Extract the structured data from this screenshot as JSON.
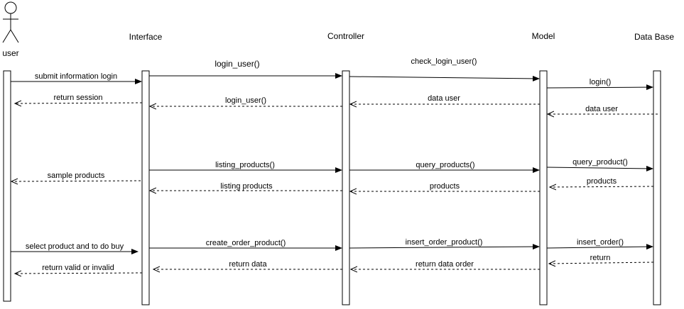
{
  "diagram": {
    "actor": {
      "label": "user"
    },
    "lifelines": {
      "interface": "Interface",
      "controller": "Controller",
      "model": "Model",
      "database": "Data Base"
    },
    "messages": {
      "m01": "submit information login",
      "m02": "login_user()",
      "m03": "check_login_user()",
      "m04": "login()",
      "m05": "data user",
      "m06": "data user",
      "m07": "login_user()",
      "m08": "return  session",
      "m09": "listing_products()",
      "m10": "query_products()",
      "m11": "query_product()",
      "m12": "products",
      "m13": "products",
      "m14": "listing products",
      "m15": "sample products",
      "m16": "select product  and to do buy",
      "m17": "create_order_product()",
      "m18": "insert_order_product()",
      "m19": "insert_order()",
      "m20": "return",
      "m21": "return data order",
      "m22": "return data",
      "m23": "return valid or invalid"
    }
  }
}
